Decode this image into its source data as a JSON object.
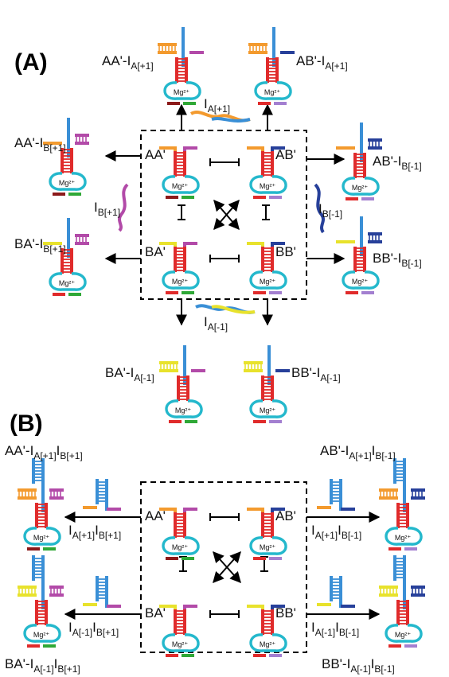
{
  "panels": [
    {
      "id": "A",
      "label": "(A)",
      "center": {
        "tl": "AA'",
        "tr": "AB'",
        "bl": "BA'",
        "br": "BB'"
      },
      "products": {
        "top_left": {
          "base": "AA'-I",
          "sub": "A[+1]"
        },
        "top_right": {
          "base": "AB'-I",
          "sub": "A[+1]"
        },
        "left_top": {
          "base": "AA'-I",
          "sub": "B[+1]"
        },
        "left_bot": {
          "base": "BA'-I",
          "sub": "B[+1]"
        },
        "right_top": {
          "base": "AB'-I",
          "sub": "B[-1]"
        },
        "right_bot": {
          "base": "BB'-I",
          "sub": "B[-1]"
        },
        "bot_left": {
          "base": "BA'-I",
          "sub": "A[-1]"
        },
        "bot_right": {
          "base": "BB'-I",
          "sub": "A[-1]"
        }
      },
      "inputs": {
        "top": {
          "base": "I",
          "sub": "A[+1]"
        },
        "left": {
          "base": "I",
          "sub": "B[+1]"
        },
        "right": {
          "base": "I",
          "sub": "B[-1]"
        },
        "bottom": {
          "base": "I",
          "sub": "A[-1]"
        }
      }
    },
    {
      "id": "B",
      "label": "(B)",
      "center": {
        "tl": "AA'",
        "tr": "AB'",
        "bl": "BA'",
        "br": "BB'"
      },
      "products": {
        "tl": {
          "base": "AA'-I",
          "sub1": "A[+1]",
          "mid": "I",
          "sub2": "B[+1]"
        },
        "tr": {
          "base": "AB'-I",
          "sub1": "A[+1]",
          "mid": "I",
          "sub2": "B[-1]"
        },
        "bl": {
          "base": "BA'-I",
          "sub1": "A[-1]",
          "mid": "I",
          "sub2": "B[+1]"
        },
        "br": {
          "base": "BB'-I",
          "sub1": "A[-1]",
          "mid": "I",
          "sub2": "B[-1]"
        }
      },
      "inputs": {
        "tl": {
          "base": "I",
          "sub1": "A[+1]",
          "mid": "I",
          "sub2": "B[+1]"
        },
        "tr": {
          "base": "I",
          "sub1": "A[+1]",
          "mid": "I",
          "sub2": "B[-1]"
        },
        "bl": {
          "base": "I",
          "sub1": "A[-1]",
          "mid": "I",
          "sub2": "B[+1]"
        },
        "br": {
          "base": "I",
          "sub1": "A[-1]",
          "mid": "I",
          "sub2": "B[-1]"
        }
      }
    }
  ],
  "mg_label": "Mg²⁺",
  "colors": {
    "A": "#f39a2e",
    "B": "#e8e22c",
    "Ap": "#b24aa8",
    "Bp": "#27409a",
    "stem": "#e02b2b",
    "core": "#24b8cc",
    "foot_dark": "#8b1a1a",
    "foot_green": "#2fa836",
    "foot_lav": "#a37fd0",
    "pole": "#3a8fd6"
  }
}
